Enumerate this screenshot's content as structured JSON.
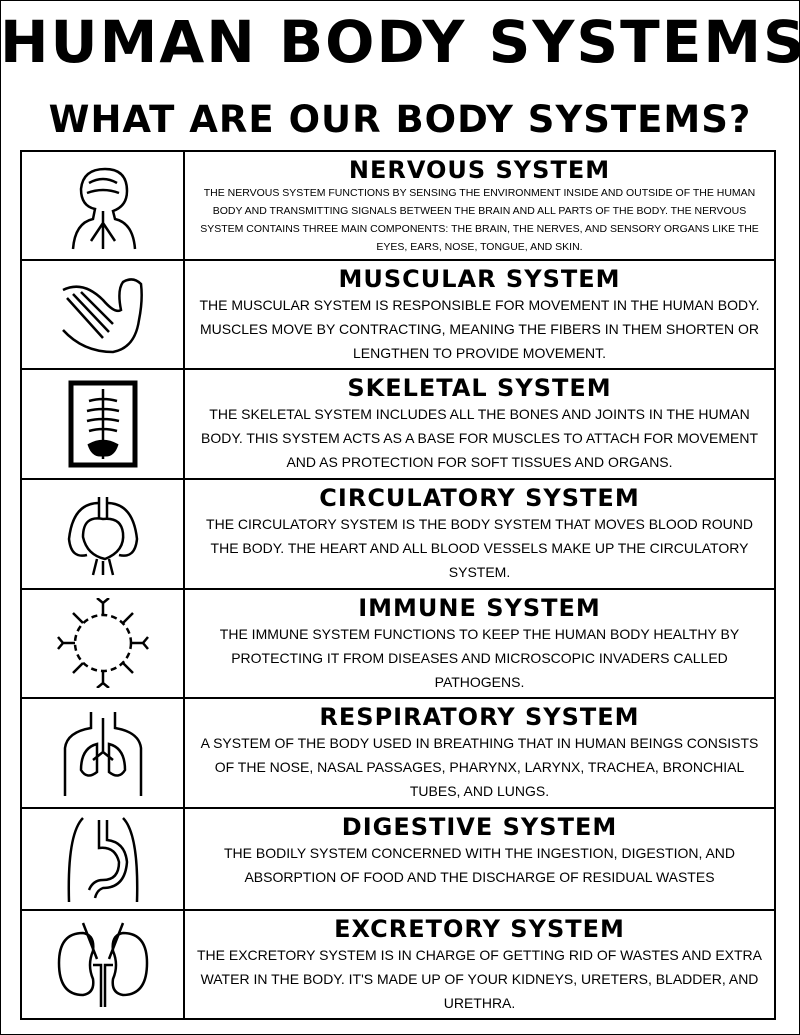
{
  "title": "HUMAN BODY SYSTEMS",
  "subtitle": "WHAT ARE OUR BODY SYSTEMS?",
  "systems": [
    {
      "name": "NERVOUS SYSTEM",
      "icon": "brain-body-icon",
      "description": "THE NERVOUS SYSTEM FUNCTIONS BY SENSING THE ENVIRONMENT INSIDE AND OUTSIDE OF THE HUMAN BODY AND TRANSMITTING SIGNALS BETWEEN THE BRAIN AND ALL PARTS OF THE BODY. THE NERVOUS SYSTEM CONTAINS THREE MAIN COMPONENTS: THE BRAIN, THE NERVES, AND SENSORY ORGANS LIKE THE EYES, EARS, NOSE, TONGUE, AND SKIN."
    },
    {
      "name": "MUSCULAR SYSTEM",
      "icon": "flexed-arm-icon",
      "description": "THE MUSCULAR SYSTEM IS RESPONSIBLE FOR MOVEMENT IN THE HUMAN BODY. MUSCLES MOVE BY CONTRACTING, MEANING THE FIBERS IN THEM SHORTEN OR LENGTHEN TO PROVIDE MOVEMENT."
    },
    {
      "name": "SKELETAL SYSTEM",
      "icon": "xray-skeleton-icon",
      "description": "THE SKELETAL SYSTEM INCLUDES ALL THE BONES AND JOINTS IN THE HUMAN BODY. THIS SYSTEM ACTS AS A BASE FOR MUSCLES TO ATTACH FOR MOVEMENT AND AS PROTECTION FOR SOFT TISSUES AND ORGANS."
    },
    {
      "name": "CIRCULATORY SYSTEM",
      "icon": "heart-lungs-icon",
      "description": "THE CIRCULATORY SYSTEM IS THE BODY SYSTEM THAT MOVES BLOOD ROUND THE BODY. THE HEART AND ALL BLOOD VESSELS MAKE UP THE CIRCULATORY SYSTEM."
    },
    {
      "name": "IMMUNE SYSTEM",
      "icon": "antibody-cell-icon",
      "description": "THE IMMUNE SYSTEM FUNCTIONS TO KEEP THE HUMAN BODY HEALTHY BY PROTECTING IT FROM DISEASES AND MICROSCOPIC INVADERS CALLED PATHOGENS."
    },
    {
      "name": "RESPIRATORY SYSTEM",
      "icon": "torso-lungs-icon",
      "description": "A SYSTEM OF THE BODY USED IN BREATHING THAT IN HUMAN BEINGS CONSISTS OF THE NOSE, NASAL PASSAGES, PHARYNX, LARYNX, TRACHEA, BRONCHIAL TUBES, AND LUNGS."
    },
    {
      "name": "DIGESTIVE SYSTEM",
      "icon": "stomach-icon",
      "description": "THE BODILY SYSTEM CONCERNED WITH THE INGESTION, DIGESTION, AND ABSORPTION OF FOOD AND THE DISCHARGE OF RESIDUAL WASTES"
    },
    {
      "name": "EXCRETORY SYSTEM",
      "icon": "kidneys-icon",
      "description": "THE EXCRETORY SYSTEM IS IN CHARGE OF GETTING RID OF WASTES AND EXTRA WATER IN THE BODY. IT'S MADE UP OF YOUR KIDNEYS, URETERS, BLADDER, AND URETHRA."
    }
  ]
}
